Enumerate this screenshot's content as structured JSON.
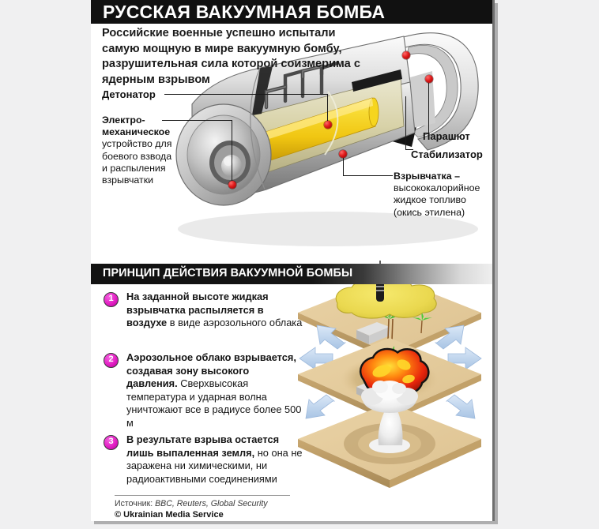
{
  "page": {
    "background": "#f0f0f1",
    "panel_bg": "#ffffff",
    "accent_magenta": "#e21fc3",
    "marker_red": "#e01b1b",
    "fuel_yellow": "#f2cf1b",
    "terrain_tan": "#e3c998"
  },
  "header": {
    "title": "РУССКАЯ ВАКУУМНАЯ БОМБА",
    "intro": "Российские военные успешно испытали самую мощную в мире вакуумную бомбу, разрушительная сила которой соизмерима с ядерным взрывом"
  },
  "diagram": {
    "labels": {
      "detonator": "Детонатор",
      "electromechanical_bold": "Электро-механическое",
      "electromechanical_rest": "устройство для боевого взвода и распыления взрывчатки",
      "parachute": "Парашют",
      "stabilizer": "Стабилизатор",
      "explosive_bold": "Взрывчатка –",
      "explosive_rest": "высококалорийное жидкое топливо (окись этилена)"
    }
  },
  "section": {
    "title": "ПРИНЦИП ДЕЙСТВИЯ ВАКУУМНОЙ БОМБЫ"
  },
  "steps": [
    {
      "number": "1",
      "bold": "На заданной высоте жидкая взрывчатка распыляется в воздухе",
      "rest": " в виде аэрозольного облака"
    },
    {
      "number": "2",
      "bold": "Аэрозольное облако взрывается, создавая зону высокого давления.",
      "rest": " Сверхвысокая температура и ударная волна уничтожают все в радиусе более 500 м"
    },
    {
      "number": "3",
      "bold": "В результате взрыва остается лишь выпаленная земля,",
      "rest": " но она не заражена ни химическими, ни радиоактивными соединениями"
    }
  ],
  "source": {
    "label": "Источник:",
    "names": " BBC, Reuters, Global Security",
    "copyright": "© Ukrainian Media Service"
  }
}
